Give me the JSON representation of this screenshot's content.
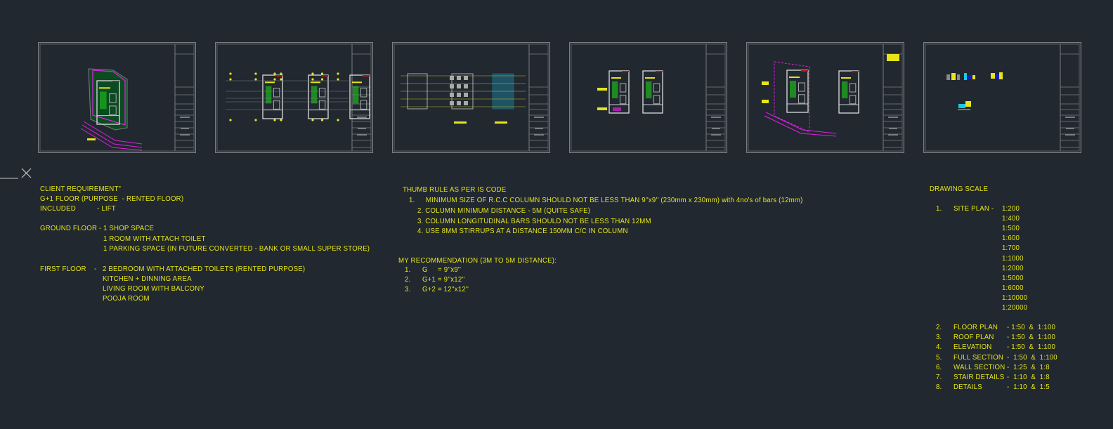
{
  "colors": {
    "background": "#212830",
    "text": "#e5e51a",
    "frame": "#7a7d82",
    "magenta": "#e020e0",
    "green": "#1db31d",
    "red": "#c01010",
    "cyan": "#19c8e6",
    "blue": "#1a1ad0"
  },
  "sheets": [
    "site-plan",
    "floor-plans",
    "column-layout",
    "plan-with-callouts",
    "site-and-floor-plan",
    "details"
  ],
  "client_requirement": {
    "title": "CLIENT REQUIREMENT\"",
    "line1": "G+1 FLOOR (PURPOSE  - RENTED FLOOR)",
    "included_label": "INCLUDED",
    "included_value": "- LIFT",
    "ground_label": "GROUND FLOOR -",
    "ground_items": [
      "1 SHOP SPACE",
      "1 ROOM WITH ATTACH TOILET",
      "1 PARKING SPACE (IN FUTURE CONVERTED - BANK OR SMALL SUPER STORE)"
    ],
    "first_label": "FIRST FLOOR    -",
    "first_items": [
      "2 BEDROOM WITH ATTACHED TOILETS (RENTED PURPOSE)",
      "KITCHEN + DINNING AREA",
      "LIVING ROOM WITH BALCONY",
      "POOJA ROOM"
    ]
  },
  "thumb_rule": {
    "title": "THUMB RULE AS PER IS CODE",
    "item1_num": "1.",
    "item1": "MINIMUM SIZE OF R.C.C COLUMN SHOULD NOT BE LESS THAN 9''x9'' (230mm x 230mm) with 4no's of bars (12mm)",
    "items": [
      "2. COLUMN MINIMUM DISTANCE - 5M (QUITE SAFE)",
      "3. COLUMN LONGITUDINAL BARS SHOULD NOT BE LESS THAN 12MM",
      "4. USE 8MM STIRRUPS AT A DISTANCE 150MM C/C IN COLUMN"
    ]
  },
  "recommendation": {
    "title": "MY RECOMMENDATION (3M TO 5M DISTANCE):",
    "items": [
      {
        "num": "1.",
        "text": "G     = 9''x9''"
      },
      {
        "num": "2.",
        "text": "G+1 = 9''x12''"
      },
      {
        "num": "3.",
        "text": "G+2 = 12''x12''"
      }
    ]
  },
  "drawing_scale": {
    "title": "DRAWING SCALE",
    "site_num": "1.",
    "site_label": "SITE PLAN -",
    "site_scales": [
      "1:200",
      "1:400",
      "1:500",
      "1:600",
      "1:700",
      "1:1000",
      "1:2000",
      "1:5000",
      "1:6000",
      "1:10000",
      "1:20000"
    ],
    "items": [
      {
        "num": "2.",
        "label": "FLOOR PLAN",
        "scale": "- 1:50  &  1:100"
      },
      {
        "num": "3.",
        "label": "ROOF PLAN",
        "scale": "- 1:50  &  1:100"
      },
      {
        "num": "4.",
        "label": "ELEVATION",
        "scale": "- 1:50  &  1:100"
      },
      {
        "num": "5.",
        "label": "FULL SECTION",
        "scale": "-  1:50  &  1:100"
      },
      {
        "num": "6.",
        "label": "WALL SECTION",
        "scale": "-  1:25  &  1:8"
      },
      {
        "num": "7.",
        "label": "STAIR DETAILS",
        "scale": "-  1:10  &  1:8"
      },
      {
        "num": "8.",
        "label": "DETAILS",
        "scale": "-  1:10  &  1:5"
      }
    ]
  }
}
